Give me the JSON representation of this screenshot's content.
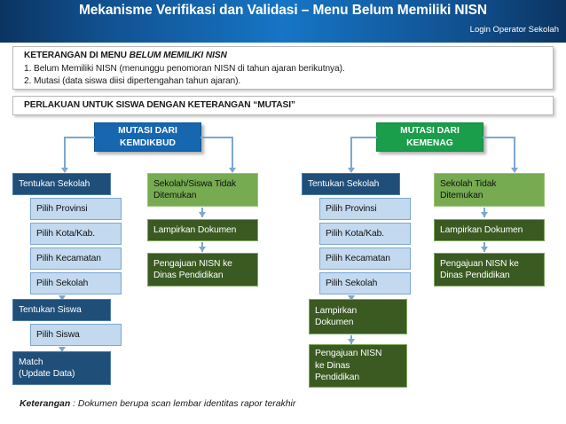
{
  "header": {
    "title": "Mekanisme Verifikasi dan Validasi – Menu Belum Memiliki NISN",
    "subtitle": "Login Operator Sekolah",
    "accent_color": "#1675c6"
  },
  "info_panels": {
    "keterangan": {
      "heading_normal": "KETERANGAN DI MENU ",
      "heading_italic": "BELUM MEMILIKI NISN",
      "line1": "1. Belum Memiliki NISN (menunggu penomoran NISN di tahun ajaran berikutnya).",
      "line2": "2. Mutasi (data siswa diisi dipertengahan tahun ajaran)."
    },
    "perlakuan": {
      "heading": "PERLAKUAN UNTUK SISWA DENGAN KETERANGAN “MUTASI”"
    }
  },
  "branches": {
    "left": {
      "title_line1": "MUTASI DARI",
      "title_line2": "KEMDIKBUD",
      "color": "#1666b0"
    },
    "right": {
      "title_line1": "MUTASI DARI",
      "title_line2": "KEMENAG",
      "color": "#1a9e4b"
    }
  },
  "columns": {
    "col1": {
      "b1": "Tentukan Sekolah",
      "b2": "Pilih Provinsi",
      "b3": "Pilih Kota/Kab.",
      "b4": "Pilih Kecamatan",
      "b5": "Pilih Sekolah",
      "b6": "Tentukan Siswa",
      "b7": "Pilih Siswa",
      "b8_line1": "Match",
      "b8_line2": "(Update Data)"
    },
    "col2": {
      "b1_line1": "Sekolah/Siswa Tidak",
      "b1_line2": "Ditemukan",
      "b2": "Lampirkan Dokumen",
      "b3_line1": "Pengajuan NISN ke",
      "b3_line2": "Dinas Pendidikan"
    },
    "col3": {
      "b1": "Tentukan Sekolah",
      "b2": "Pilih Provinsi",
      "b3": "Pilih Kota/Kab.",
      "b4": "Pilih Kecamatan",
      "b5": "Pilih Sekolah",
      "b6_line1": "Lampirkan",
      "b6_line2": "Dokumen",
      "b7_line1": "Pengajuan NISN",
      "b7_line2": "ke Dinas",
      "b7_line3": "Pendidikan"
    },
    "col4": {
      "b1_line1": "Sekolah Tidak",
      "b1_line2": "Ditemukan",
      "b2": "Lampirkan Dokumen",
      "b3_line1": "Pengajuan NISN ke",
      "b3_line2": "Dinas Pendidikan"
    }
  },
  "footer": {
    "label": "Keterangan",
    "text": " : Dokumen berupa scan lembar identitas rapor terakhir"
  }
}
